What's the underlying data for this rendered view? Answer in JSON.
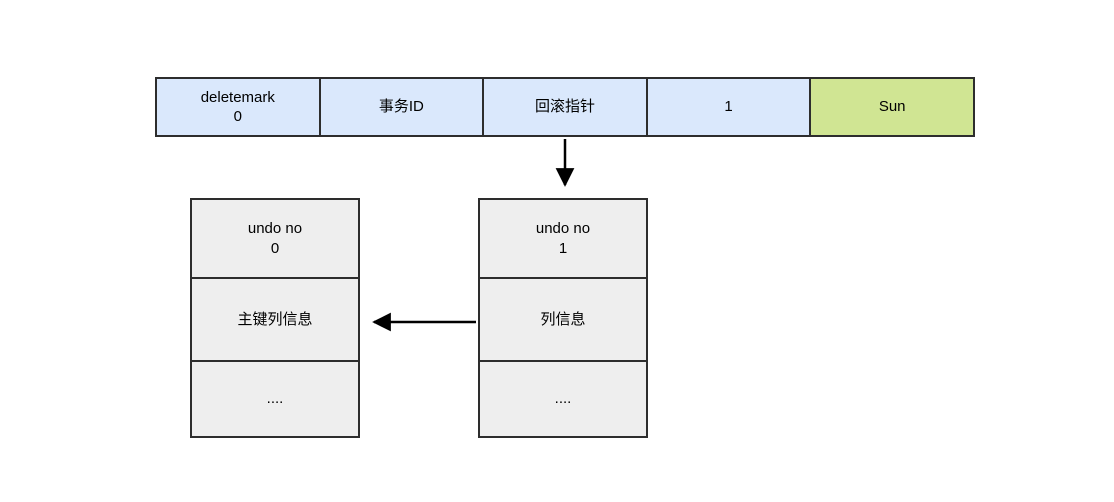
{
  "diagram": {
    "type": "undo-log-version-chain",
    "background": "#ffffff"
  },
  "colors": {
    "record_cell_fill": "#dae8fc",
    "highlight_cell_fill": "#d0e593",
    "undo_cell_fill": "#eeeeee",
    "border": "#2d2d2d",
    "arrow": "#000000"
  },
  "record_row": {
    "cells": [
      {
        "line1": "deletemark",
        "line2": "0"
      },
      {
        "line1": "事务ID"
      },
      {
        "line1": "回滚指针"
      },
      {
        "line1": "1"
      },
      {
        "line1": "Sun"
      }
    ]
  },
  "undo_boxes": {
    "left": {
      "cells": [
        {
          "line1": "undo no",
          "line2": "0"
        },
        {
          "line1": "主键列信息"
        },
        {
          "line1": "...."
        }
      ]
    },
    "right": {
      "cells": [
        {
          "line1": "undo no",
          "line2": "1"
        },
        {
          "line1": "列信息"
        },
        {
          "line1": "...."
        }
      ]
    }
  },
  "arrows": [
    {
      "name": "rollback-pointer-arrow",
      "from": "回滚指针",
      "to": "undo no 1",
      "direction": "down"
    },
    {
      "name": "undo-chain-arrow",
      "from": "列信息",
      "to": "主键列信息",
      "direction": "left"
    }
  ]
}
